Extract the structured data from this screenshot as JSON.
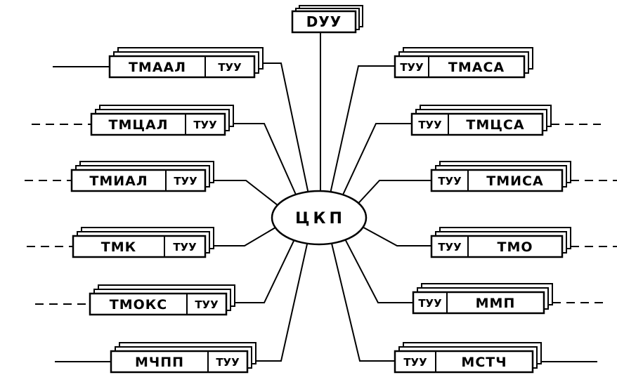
{
  "top_block": {
    "label": "DУУ"
  },
  "center": {
    "label": "ЦКП"
  },
  "left_modules": [
    {
      "name": "ТМААЛ",
      "tuu": "ТУУ",
      "line": "solid"
    },
    {
      "name": "ТМЦАЛ",
      "tuu": "ТУУ",
      "line": "dashed"
    },
    {
      "name": "ТМИАЛ",
      "tuu": "ТУУ",
      "line": "dashed"
    },
    {
      "name": "ТМК",
      "tuu": "ТУУ",
      "line": "dashed"
    },
    {
      "name": "ТМОКС",
      "tuu": "ТУУ",
      "line": "dashed"
    },
    {
      "name": "МЧПП",
      "tuu": "ТУУ",
      "line": "solid"
    }
  ],
  "right_modules": [
    {
      "name": "ТМАСА",
      "tuu": "ТУУ",
      "line": "none"
    },
    {
      "name": "ТМЦСА",
      "tuu": "ТУУ",
      "line": "dashed"
    },
    {
      "name": "ТМИСА",
      "tuu": "ТУУ",
      "line": "dashed"
    },
    {
      "name": "ТМО",
      "tuu": "ТУУ",
      "line": "dashed"
    },
    {
      "name": "ММП",
      "tuu": "ТУУ",
      "line": "dashed"
    },
    {
      "name": "МСТЧ",
      "tuu": "ТУУ",
      "line": "solid"
    }
  ]
}
